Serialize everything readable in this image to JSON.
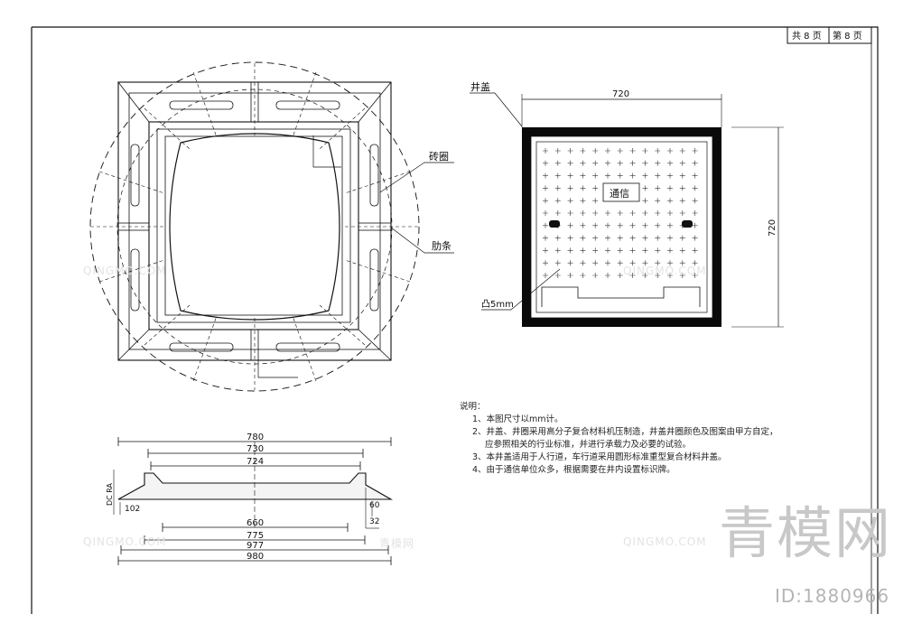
{
  "title_block": {
    "total_pages": "共 8 页",
    "page_no": "第 8 页"
  },
  "plan_view": {
    "label_brick_ring": "砖圈",
    "label_rib": "肋条"
  },
  "cover_view": {
    "label_cover": "井盖",
    "dim_width": "720",
    "dim_height": "720",
    "center_text": "通信",
    "label_raised": "凸5mm"
  },
  "section_view": {
    "dim_780": "780",
    "dim_730": "730",
    "dim_724": "724",
    "dim_660": "660",
    "dim_775": "775",
    "dim_977": "977",
    "dim_980": "980",
    "dim_102": "102",
    "dim_60": "60",
    "dim_32": "32",
    "dim_side": "DC RA"
  },
  "notes": {
    "heading": "说明：",
    "n1": "1、本图尺寸以mm计。",
    "n2a": "2、井盖、井圈采用高分子复合材料机压制造，井盖井圈颜色及图案由甲方自定，",
    "n2b": "应参照相关的行业标准，并进行承载力及必要的试验。",
    "n3": "3、本井盖适用于人行道，车行道采用圆形标准重型复合材料井盖。",
    "n4": "4、由于通信单位众多，根据需要在井内设置标识牌。"
  },
  "watermark": {
    "big": "青模网",
    "id": "ID:1880966",
    "small": "QINGMO.COM",
    "small_cn": "青模网"
  },
  "colors": {
    "line": "#111111",
    "cover_border": "#0a0a0a",
    "watermark": "#c8c8c8"
  }
}
